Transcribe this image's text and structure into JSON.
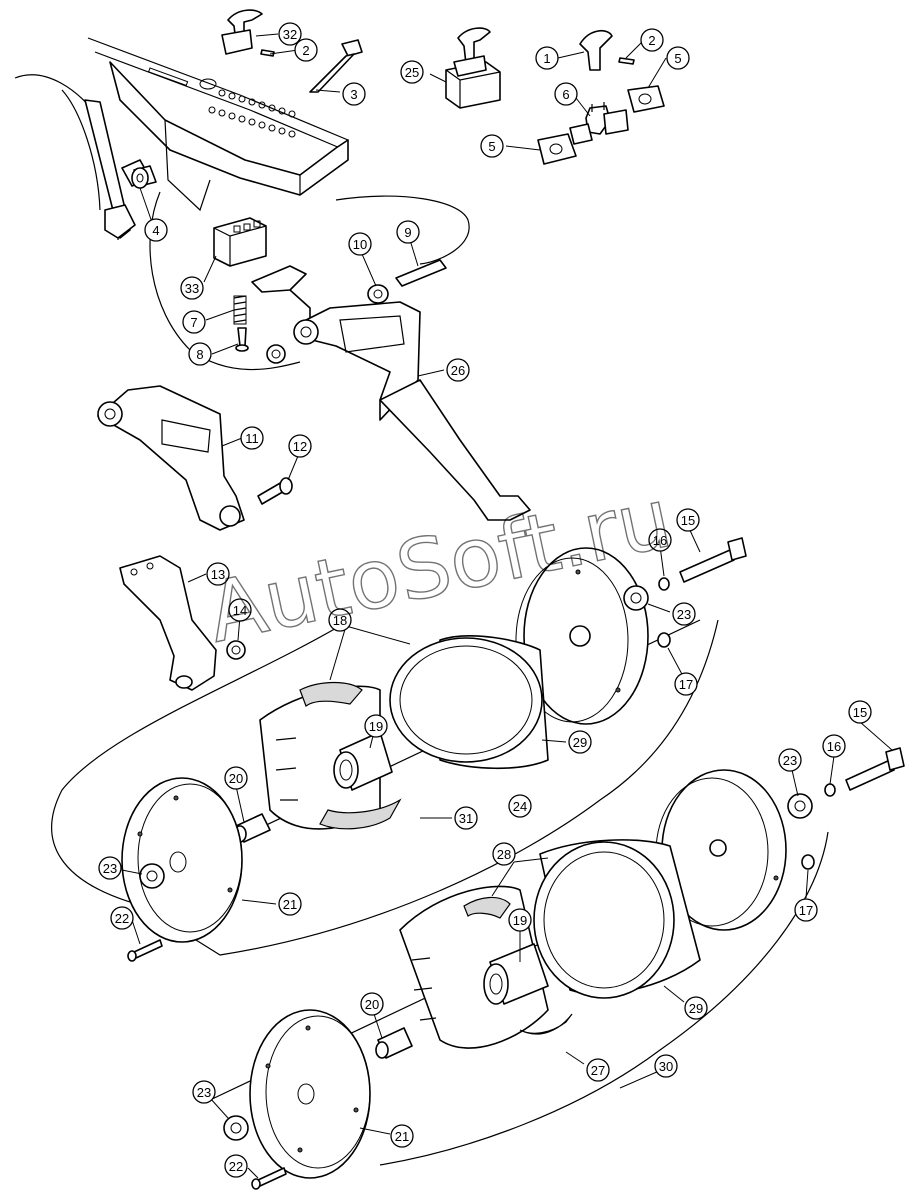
{
  "watermark": "AutoSoft.ru",
  "callouts": [
    {
      "id": "c32a",
      "label": "32"
    },
    {
      "id": "c2a",
      "label": "2"
    },
    {
      "id": "c3",
      "label": "3"
    },
    {
      "id": "c25",
      "label": "25"
    },
    {
      "id": "c1",
      "label": "1"
    },
    {
      "id": "c2b",
      "label": "2"
    },
    {
      "id": "c5a",
      "label": "5"
    },
    {
      "id": "c6",
      "label": "6"
    },
    {
      "id": "c5b",
      "label": "5"
    },
    {
      "id": "c4",
      "label": "4"
    },
    {
      "id": "c10",
      "label": "10"
    },
    {
      "id": "c9",
      "label": "9"
    },
    {
      "id": "c33",
      "label": "33"
    },
    {
      "id": "c7",
      "label": "7"
    },
    {
      "id": "c8",
      "label": "8"
    },
    {
      "id": "c26",
      "label": "26"
    },
    {
      "id": "c11",
      "label": "11"
    },
    {
      "id": "c12",
      "label": "12"
    },
    {
      "id": "c13",
      "label": "13"
    },
    {
      "id": "c14",
      "label": "14"
    },
    {
      "id": "c16a",
      "label": "16"
    },
    {
      "id": "c15a",
      "label": "15"
    },
    {
      "id": "c18",
      "label": "18"
    },
    {
      "id": "c23a",
      "label": "23"
    },
    {
      "id": "c17a",
      "label": "17"
    },
    {
      "id": "c19a",
      "label": "19"
    },
    {
      "id": "c29a",
      "label": "29"
    },
    {
      "id": "c20a",
      "label": "20"
    },
    {
      "id": "c31",
      "label": "31"
    },
    {
      "id": "c24",
      "label": "24"
    },
    {
      "id": "c23b",
      "label": "23"
    },
    {
      "id": "c21a",
      "label": "21"
    },
    {
      "id": "c22a",
      "label": "22"
    },
    {
      "id": "c15b",
      "label": "15"
    },
    {
      "id": "c23c",
      "label": "23"
    },
    {
      "id": "c16b",
      "label": "16"
    },
    {
      "id": "c28",
      "label": "28"
    },
    {
      "id": "c17b",
      "label": "17"
    },
    {
      "id": "c19b",
      "label": "19"
    },
    {
      "id": "c29b",
      "label": "29"
    },
    {
      "id": "c20b",
      "label": "20"
    },
    {
      "id": "c27",
      "label": "27"
    },
    {
      "id": "c30",
      "label": "30"
    },
    {
      "id": "c23d",
      "label": "23"
    },
    {
      "id": "c21b",
      "label": "21"
    },
    {
      "id": "c22b",
      "label": "22"
    }
  ]
}
